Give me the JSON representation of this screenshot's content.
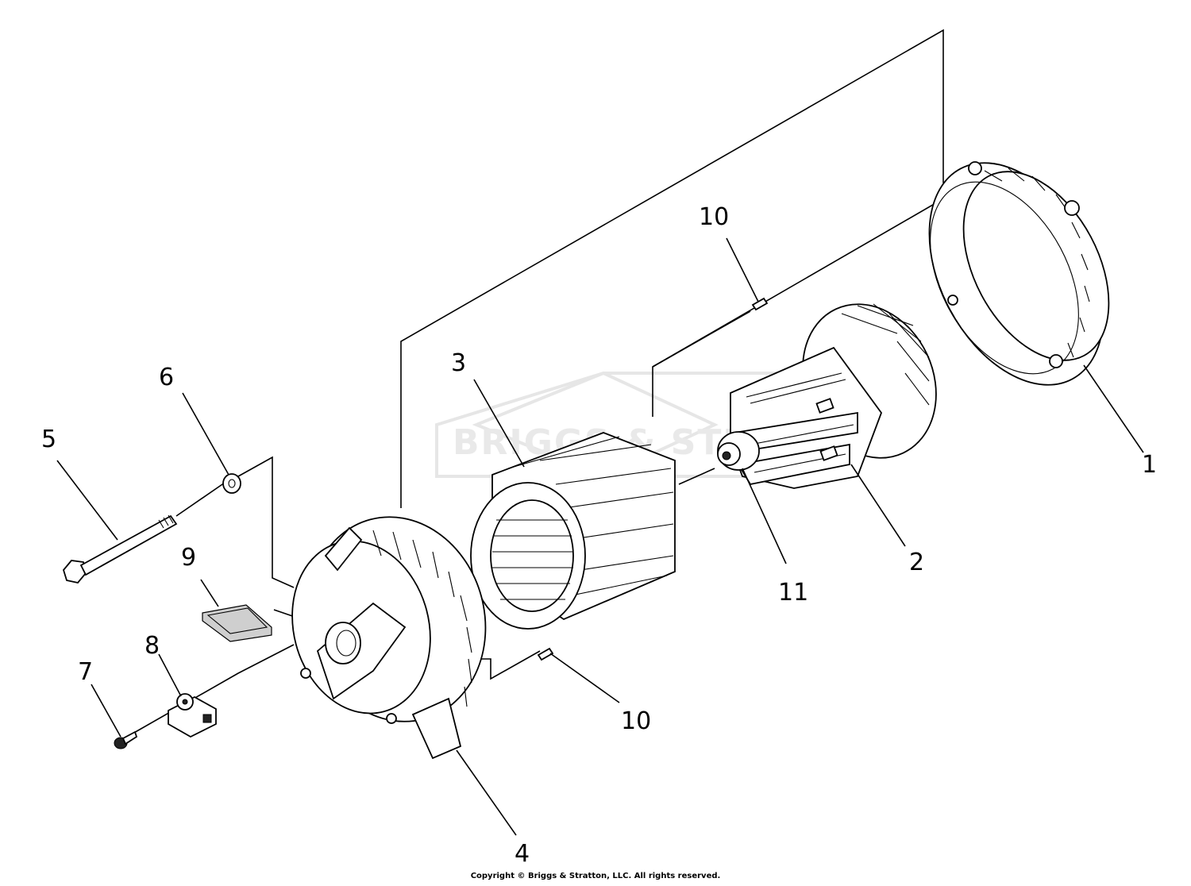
{
  "watermark": "BRIGGS & STRATTON",
  "callouts": [
    {
      "id": "callout-1",
      "label": "1"
    },
    {
      "id": "callout-2",
      "label": "2"
    },
    {
      "id": "callout-3",
      "label": "3"
    },
    {
      "id": "callout-4",
      "label": "4"
    },
    {
      "id": "callout-5",
      "label": "5"
    },
    {
      "id": "callout-6",
      "label": "6"
    },
    {
      "id": "callout-7",
      "label": "7"
    },
    {
      "id": "callout-8",
      "label": "8"
    },
    {
      "id": "callout-9",
      "label": "9"
    },
    {
      "id": "callout-10-top",
      "label": "10"
    },
    {
      "id": "callout-10-bottom",
      "label": "10"
    },
    {
      "id": "callout-11",
      "label": "11"
    }
  ],
  "footer": {
    "copyright": "Copyright © Briggs & Stratton, LLC. All rights reserved."
  }
}
